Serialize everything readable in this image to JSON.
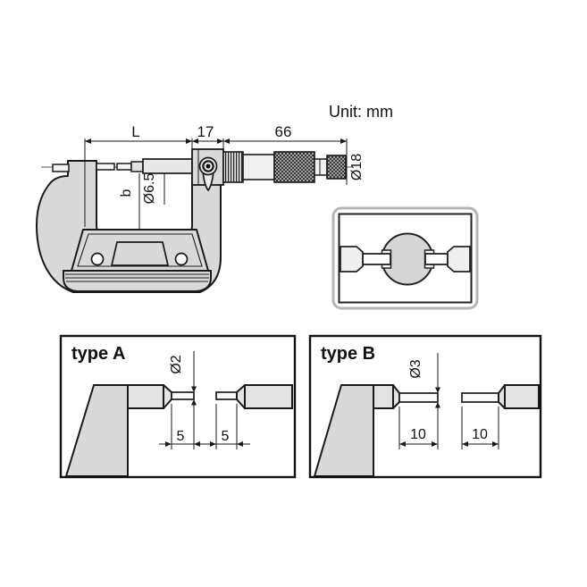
{
  "colors": {
    "line": "#1a1a1a",
    "metal_gray": "#d9d9d9",
    "metal_light": "#ececec",
    "knurl_base": "#cfcfcf",
    "background": "#ffffff"
  },
  "unit_label": "Unit: mm",
  "main": {
    "dims": {
      "L": "L",
      "w17": "17",
      "w66": "66",
      "dia18": "Ø18",
      "dia6_5": "Ø6.5",
      "b": "b"
    }
  },
  "typeA": {
    "title": "type A",
    "dia": "Ø2",
    "len_left": "5",
    "len_right": "5"
  },
  "typeB": {
    "title": "type B",
    "dia": "Ø3",
    "len_left": "10",
    "len_right": "10"
  }
}
